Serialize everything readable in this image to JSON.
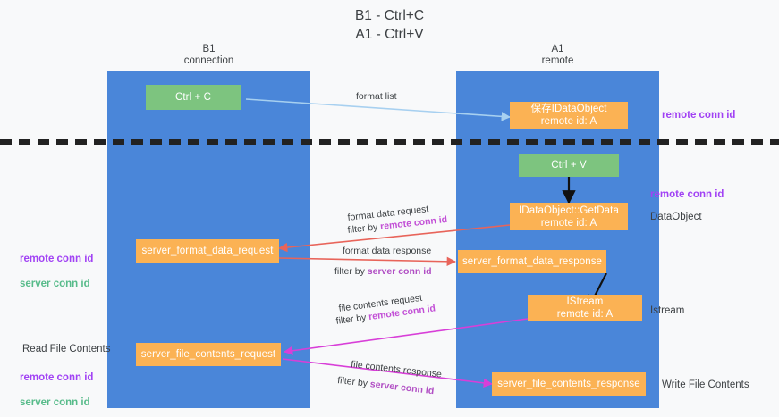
{
  "diagram": {
    "title": "B1 - Ctrl+C\nA1 - Ctrl+V",
    "columns": [
      {
        "id": "b1",
        "label": "B1\nconnection"
      },
      {
        "id": "a1",
        "label": "A1\nremote"
      }
    ],
    "nodes": [
      {
        "id": "ctrl-c",
        "label": "Ctrl + C",
        "color": "green"
      },
      {
        "id": "save-idataobject",
        "label": "保存IDataObject\nremote id: A",
        "color": "orange"
      },
      {
        "id": "ctrl-v",
        "label": "Ctrl + V",
        "color": "green"
      },
      {
        "id": "idataobject-getdata",
        "label": "IDataObject::GetData\nremote id: A",
        "color": "orange"
      },
      {
        "id": "server-format-data-request",
        "label": "server_format_data_request",
        "color": "orange"
      },
      {
        "id": "server-format-data-response",
        "label": "server_format_data_response",
        "color": "orange"
      },
      {
        "id": "istream",
        "label": "IStream\nremote id: A",
        "color": "orange"
      },
      {
        "id": "server-file-contents-request",
        "label": "server_file_contents_request",
        "color": "orange"
      },
      {
        "id": "server-file-contents-response",
        "label": "server_file_contents_response",
        "color": "orange"
      }
    ],
    "edge_labels": [
      {
        "id": "format-list",
        "text": "format list"
      },
      {
        "id": "format-data-request",
        "text": "format data request"
      },
      {
        "id": "format-data-request-filter",
        "prefix": "filter by ",
        "highlight": "remote conn id"
      },
      {
        "id": "format-data-response",
        "text": "format data response"
      },
      {
        "id": "format-data-response-filter",
        "prefix": "filter by ",
        "highlight": "server conn id"
      },
      {
        "id": "file-contents-request",
        "text": "file contents request"
      },
      {
        "id": "file-contents-request-filter",
        "prefix": "filter by ",
        "highlight": "remote conn id"
      },
      {
        "id": "file-contents-response",
        "text": "file contents response"
      },
      {
        "id": "file-contents-response-filter",
        "prefix": "filter by ",
        "highlight": "server conn id"
      }
    ],
    "annotations": [
      {
        "id": "ann-remote-conn-id-top",
        "text": "remote conn id"
      },
      {
        "id": "ann-remote-conn-id-mid",
        "text": "remote conn id"
      },
      {
        "id": "ann-dataobject",
        "text": "DataObject"
      },
      {
        "id": "ann-istream",
        "text": "Istream"
      },
      {
        "id": "ann-write-file-contents",
        "text": "Write File Contents"
      },
      {
        "id": "ann-read-file-contents",
        "text": "Read File Contents"
      },
      {
        "id": "ann-left-mid-remote",
        "text": "remote conn id"
      },
      {
        "id": "ann-left-mid-server",
        "text": "server conn id"
      },
      {
        "id": "ann-left-bot-remote",
        "text": "remote conn id"
      },
      {
        "id": "ann-left-bot-server",
        "text": "server conn id"
      }
    ],
    "colors": {
      "lane": "#4a86d9",
      "green_node": "#7dc47f",
      "orange_node": "#fbb254",
      "purple_text": "#a142f4",
      "green_text": "#57bb8a",
      "arrow_lightblue": "#a7d0f0",
      "arrow_red": "#e8645a",
      "arrow_magenta": "#d83fd8",
      "arrow_black": "#111111",
      "background": "#f8f9fa"
    }
  }
}
